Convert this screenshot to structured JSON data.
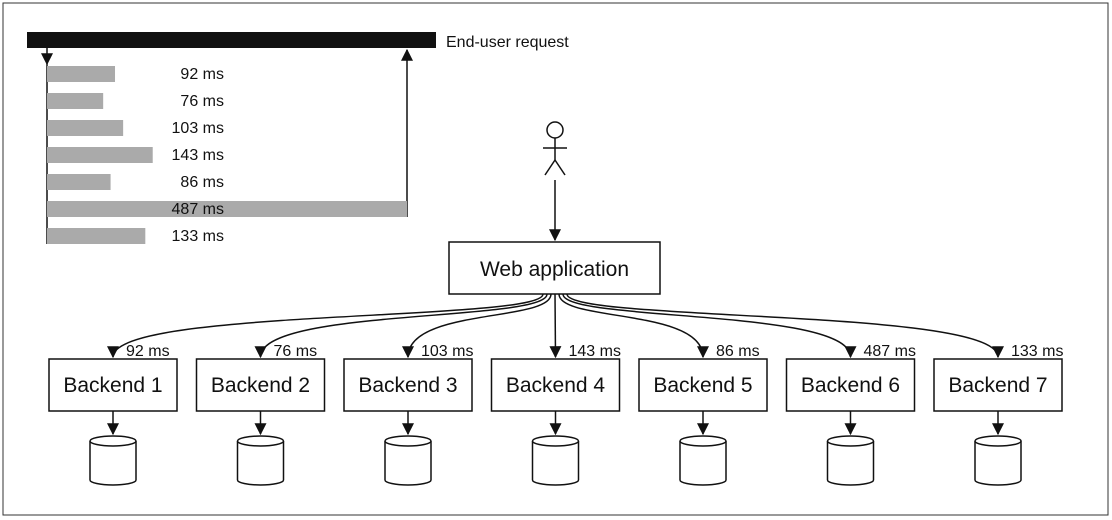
{
  "header": {
    "label": "End-user request"
  },
  "bars": [
    {
      "label": "92 ms",
      "value": 92
    },
    {
      "label": "76 ms",
      "value": 76
    },
    {
      "label": "103 ms",
      "value": 103
    },
    {
      "label": "143 ms",
      "value": 143
    },
    {
      "label": "86 ms",
      "value": 86
    },
    {
      "label": "487 ms",
      "value": 487
    },
    {
      "label": "133 ms",
      "value": 133
    }
  ],
  "web_app": {
    "label": "Web application"
  },
  "backends": [
    {
      "label": "Backend 1",
      "latency": "92 ms"
    },
    {
      "label": "Backend 2",
      "latency": "76 ms"
    },
    {
      "label": "Backend 3",
      "latency": "103 ms"
    },
    {
      "label": "Backend 4",
      "latency": "143 ms"
    },
    {
      "label": "Backend 5",
      "latency": "86 ms"
    },
    {
      "label": "Backend 6",
      "latency": "487 ms"
    },
    {
      "label": "Backend 7",
      "latency": "133 ms"
    }
  ],
  "colors": {
    "frame": "#333333",
    "bar": "#aaaaaa",
    "header_bar": "#111111",
    "line": "#111111"
  },
  "icons": {
    "user": "stick-figure-icon",
    "database": "database-cylinder-icon"
  }
}
